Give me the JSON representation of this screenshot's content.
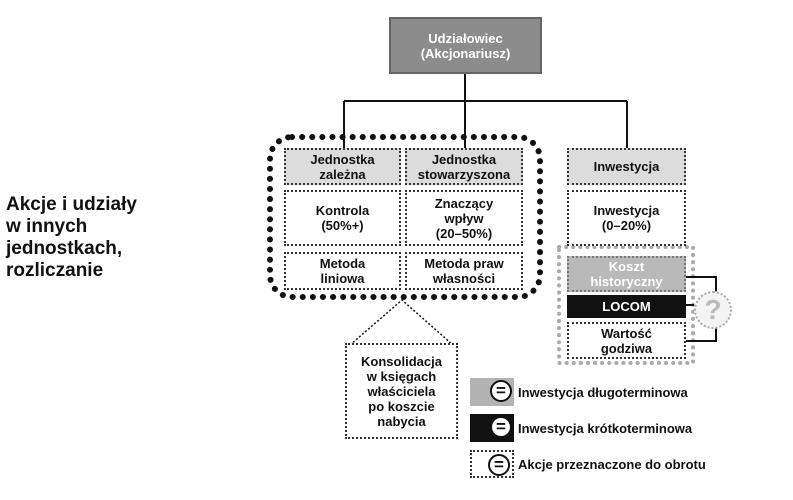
{
  "title": "Akcje i udziały\nw innych\njednostkach,\nrozliczanie",
  "root": "Udziałowiec\n(Akcjonariusz)",
  "nodes": {
    "jednostka_zalezna": "Jednostka\nzależna",
    "jednostka_stowarzyszona": "Jednostka\nstowarzyszona",
    "inwestycja_header": "Inwestycja",
    "kontrola": "Kontrola\n(50%+)",
    "znaczacy_wplyw": "Znaczący\nwpływ\n(20–50%)",
    "inwestycja_range": "Inwestycja\n(0–20%)",
    "metoda_liniowa": "Metoda\nliniowa",
    "metoda_praw": "Metoda praw\nwłasności",
    "koszt_historyczny": "Koszt\nhistoryczny",
    "locom": "LOCOM",
    "wartosc_godziwa": "Wartość\ngodziwa",
    "konsolidacja": "Konsolidacja\nw księgach\nwłaściciela\npo koszcie\nnabycia"
  },
  "question_mark": "?",
  "legend": {
    "symbol": "=",
    "items": [
      {
        "label": "Inwestycja długoterminowa",
        "color": "#b3b3b3"
      },
      {
        "label": "Inwestycja krótkoterminowa",
        "color": "#111111"
      },
      {
        "label": "Akcje przeznaczone do obrotu",
        "color": "#ffffff"
      }
    ]
  }
}
